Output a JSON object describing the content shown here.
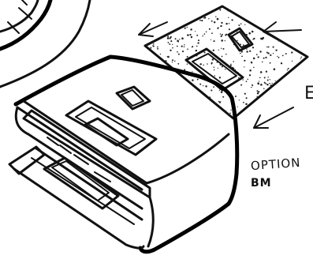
{
  "sketch": {
    "annotation_line1": "OPTION",
    "annotation_line2": "BM",
    "annotation_edge": "E"
  }
}
